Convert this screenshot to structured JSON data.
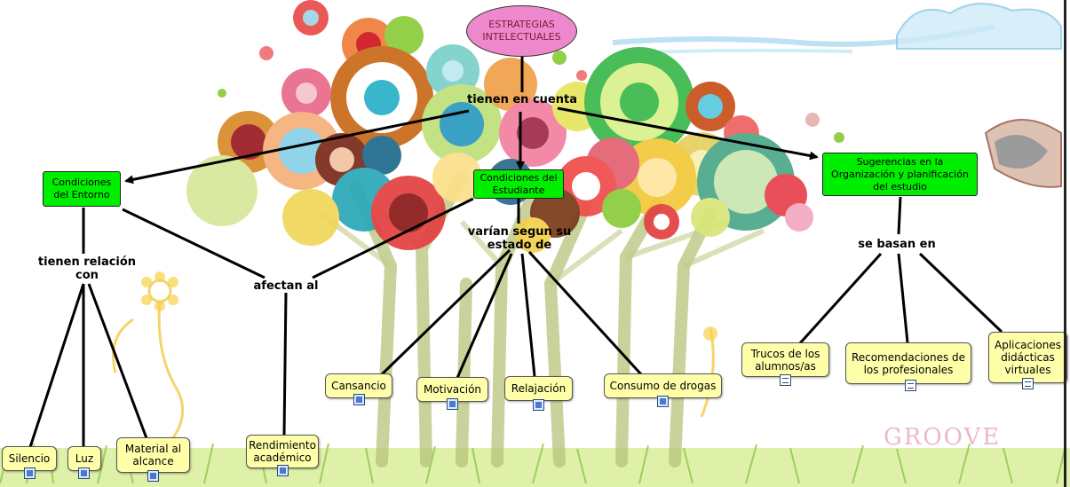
{
  "title": "ESTRATEGIAS INTELECTUALES",
  "link_phrases": {
    "main": "tienen en cuenta",
    "entorno_relacion": "tienen relación con",
    "entorno_afecta": "afectan al",
    "estudiante": "varían segun su estado de",
    "sugerencias": "se basan en"
  },
  "concepts": {
    "entorno": "Condiciones del Entorno",
    "estudiante": "Condiciones del Estudiante",
    "sugerencias": "Sugerencias en la Organización y planificación del estudio",
    "silencio": "Silencio",
    "luz": "Luz",
    "material": "Material al alcance",
    "rendimiento": "Rendimiento académico",
    "cansancio": "Cansancio",
    "motivacion": "Motivación",
    "relajacion": "Relajación",
    "drogas": "Consumo de drogas",
    "trucos": "Trucos de los alumnos/as",
    "recomendaciones": "Recomendaciones de los profesionales",
    "aplicaciones": "Aplicaciones didácticas virtuales"
  },
  "watermark": "GROOVE",
  "colors": {
    "concept_green": "#00ee00",
    "concept_yellow": "#ffffaa",
    "root_pink": "#ee88cc",
    "line": "#000000"
  },
  "icons": [
    "image-resource-icon",
    "document-resource-icon"
  ]
}
